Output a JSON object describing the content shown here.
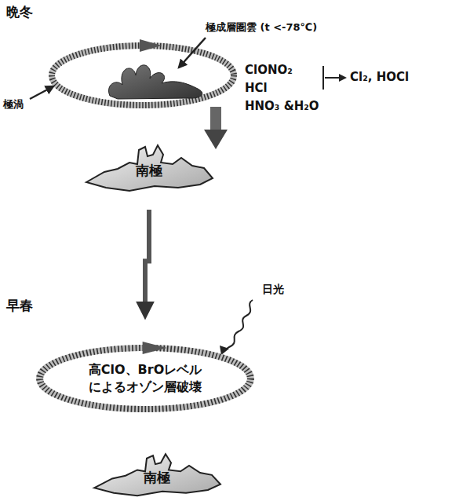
{
  "diagram": {
    "nodes": [
      {
        "text": [
          "南極"
        ]
      },
      {
        "text": [
          "高ClO、BrOレベル によるオゾン層破壊"
        ]
      },
      {
        "text": [
          "南極"
        ]
      }
    ],
    "edges": [
      {
        "from": 0,
        "to": 1,
        "arrow": "to"
      }
    ],
    "labels": [
      "晩冬",
      "極成層圏雲 (t <-78℃)",
      "極渦",
      "ClONO₂",
      "HCl",
      "Cl₂, HOCl",
      "HNO₃ &H₂O",
      "早春",
      "日光"
    ]
  }
}
